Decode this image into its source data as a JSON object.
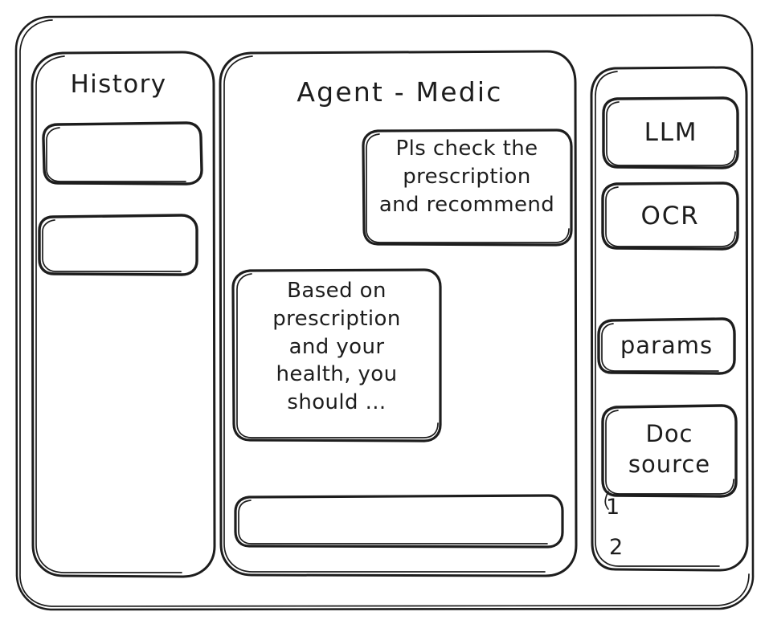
{
  "window": {
    "name": "agent-wireframe-window",
    "background_color": "#ffffff",
    "stroke_color": "#1d1d1d",
    "style": "hand-drawn-wireframe"
  },
  "sidebar_left": {
    "title": "History",
    "items": [
      {
        "label": "",
        "name": "history-item-1"
      },
      {
        "label": "",
        "name": "history-item-2"
      }
    ]
  },
  "main": {
    "title": "Agent - Medic",
    "messages": [
      {
        "role": "user",
        "text": "Pls check the\nprescription\nand recommend"
      },
      {
        "role": "assistant",
        "text": "Based on\nprescription\nand your\nhealth, you\nshould ..."
      }
    ],
    "composer": {
      "value": "",
      "placeholder": ""
    }
  },
  "sidebar_right": {
    "chips": [
      {
        "label": "LLM",
        "name": "chip-llm"
      },
      {
        "label": "OCR",
        "name": "chip-ocr"
      },
      {
        "label": "params",
        "name": "chip-params"
      },
      {
        "label": "Doc\nsource",
        "name": "chip-doc-source"
      }
    ],
    "doc_list": [
      {
        "label": "1"
      },
      {
        "label": "2"
      }
    ]
  }
}
